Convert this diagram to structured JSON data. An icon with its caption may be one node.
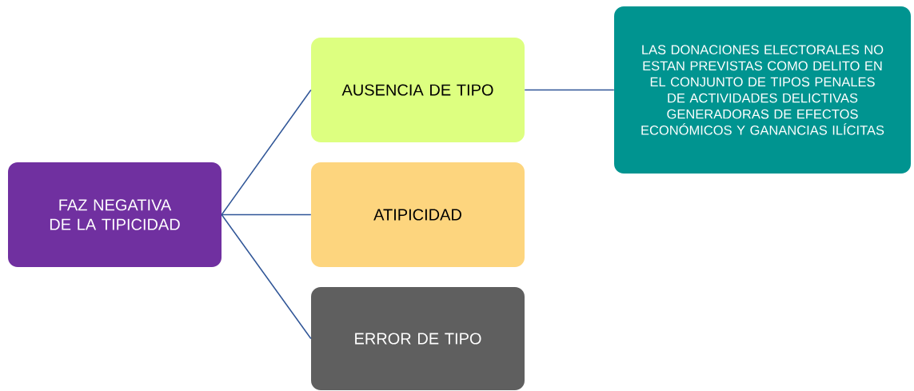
{
  "diagram": {
    "nodes": [
      {
        "text": [
          "FAZ NEGATIVA DE LA TIPICIDAD"
        ]
      },
      {
        "text": [
          "AUSENCIA DE TIPO"
        ]
      },
      {
        "text": [
          "ATIPICIDAD"
        ]
      },
      {
        "text": [
          "ERROR DE TIPO"
        ]
      },
      {
        "text": [
          "LAS DONACIONES ELECTORALES NO ESTAN PREVISTAS COMO DELITO EN EL CONJUNTO DE TIPOS PENALES DE ACTIVIDADES DELICTIVAS GENERADORAS DE EFECTOS ECONÓMICOS Y GANANCIAS ILÍCITAS"
        ]
      }
    ],
    "edges": [
      {
        "from": 0,
        "to": 1,
        "arrow": "none"
      },
      {
        "from": 0,
        "to": 2,
        "arrow": "none"
      },
      {
        "from": 0,
        "to": 3,
        "arrow": "none"
      },
      {
        "from": 1,
        "to": 4,
        "arrow": "none"
      }
    ]
  }
}
